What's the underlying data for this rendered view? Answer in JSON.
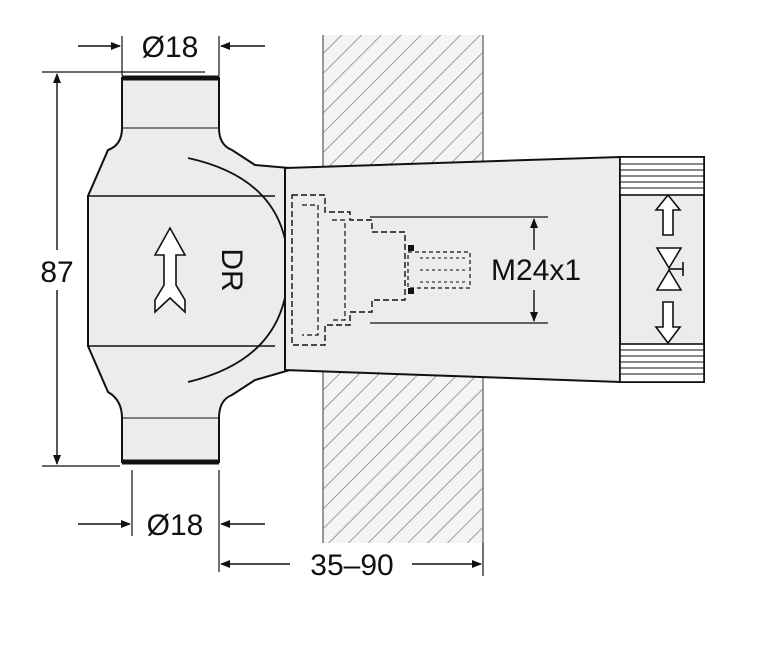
{
  "diagram": {
    "dimensions": {
      "top_diameter": "Ø18",
      "bottom_diameter": "Ø18",
      "height": "87",
      "wall_depth": "35–90",
      "thread": "M24x1"
    },
    "valve_marking": "DR"
  },
  "colors": {
    "line": "#111111",
    "body_fill": "#ececec",
    "wall_fill": "#f2f2f2",
    "hatch": "#777777"
  }
}
